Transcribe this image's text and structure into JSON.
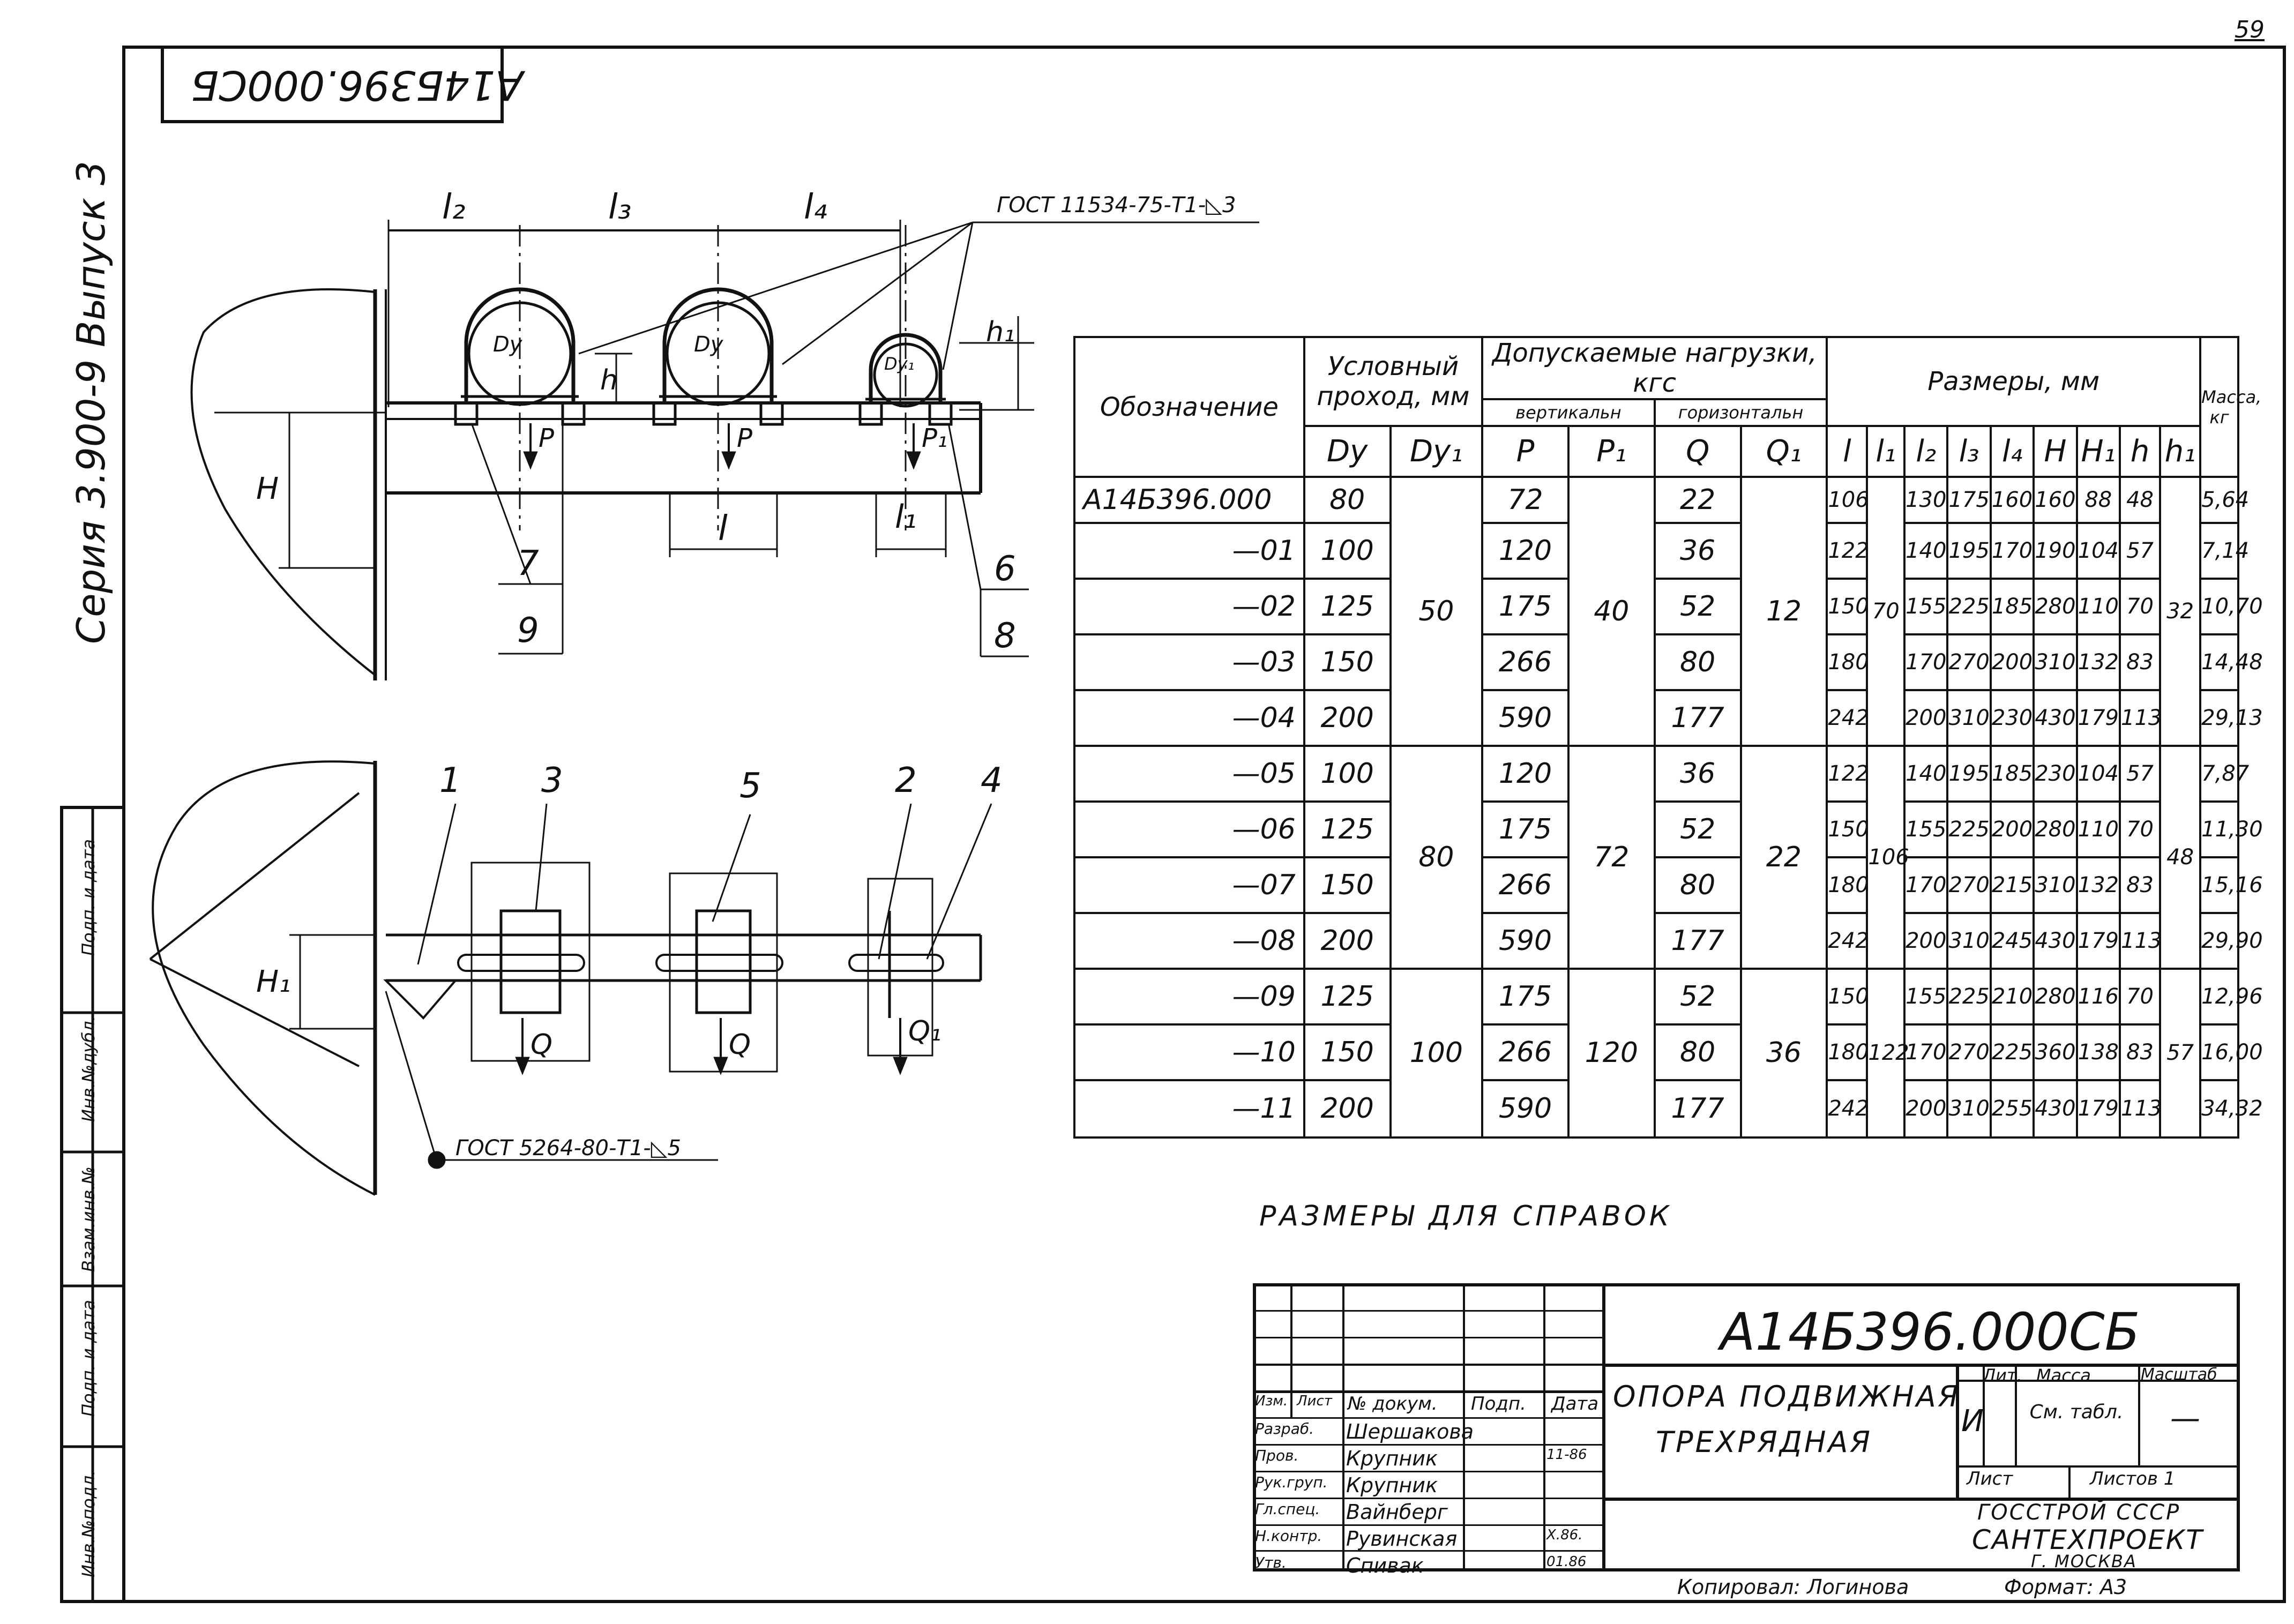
{
  "sheet_number": "59",
  "top_stamp": "А14Б396.000СБ",
  "series_note": "Серия 3.900-9 Выпуск 3",
  "side_stamps": [
    "Подп. и дата",
    "Инв.№дубл.",
    "Взам.инв.№",
    "Подп. и дата",
    "Инв.№подл."
  ],
  "drawing_labels": {
    "l2": "l₂",
    "l3": "l₃",
    "l4": "l₄",
    "l": "l",
    "l1": "l₁",
    "H": "H",
    "H1": "H₁",
    "h": "h",
    "h1": "h₁",
    "Dy": "Dy",
    "Dy1": "Dy₁",
    "P": "P",
    "P1": "P₁",
    "Q": "Q",
    "Q1": "Q₁",
    "gost_top": "ГОСТ 11534-75-Т1-◺3",
    "gost_bottom": "ГОСТ 5264-80-Т1-◺5",
    "callouts_top": [
      "7",
      "9",
      "6",
      "8"
    ],
    "callouts_bottom": [
      "1",
      "3",
      "5",
      "2",
      "4"
    ]
  },
  "table": {
    "col_designation": "Обозначение",
    "col_bore": "Условный проход, мм",
    "col_loads": "Допускаемые нагрузки, кгс",
    "col_vertical": "вертикальн",
    "col_horizontal": "горизонтальн",
    "col_dims": "Размеры, мм",
    "col_mass": "Масса, кг",
    "sub": [
      "Dy",
      "Dy₁",
      "P",
      "P₁",
      "Q",
      "Q₁",
      "l",
      "l₁",
      "l₂",
      "l₃",
      "l₄",
      "H",
      "H₁",
      "h",
      "h₁"
    ],
    "groups": [
      {
        "dy1": "50",
        "p1": "40",
        "q1": "12",
        "l1": "70",
        "h1": "32",
        "rows": [
          {
            "des": "А14Б396.000",
            "dy": "80",
            "p": "72",
            "q": "22",
            "l": "106",
            "l2": "130",
            "l3": "175",
            "l4": "160",
            "H": "160",
            "H1": "88",
            "h": "48",
            "mass": "5,64"
          },
          {
            "des": "—01",
            "dy": "100",
            "p": "120",
            "q": "36",
            "l": "122",
            "l2": "140",
            "l3": "195",
            "l4": "170",
            "H": "190",
            "H1": "104",
            "h": "57",
            "mass": "7,14"
          },
          {
            "des": "—02",
            "dy": "125",
            "p": "175",
            "q": "52",
            "l": "150",
            "l2": "155",
            "l3": "225",
            "l4": "185",
            "H": "280",
            "H1": "110",
            "h": "70",
            "mass": "10,70"
          },
          {
            "des": "—03",
            "dy": "150",
            "p": "266",
            "q": "80",
            "l": "180",
            "l2": "170",
            "l3": "270",
            "l4": "200",
            "H": "310",
            "H1": "132",
            "h": "83",
            "mass": "14,48"
          },
          {
            "des": "—04",
            "dy": "200",
            "p": "590",
            "q": "177",
            "l": "242",
            "l2": "200",
            "l3": "310",
            "l4": "230",
            "H": "430",
            "H1": "179",
            "h": "113",
            "mass": "29,13"
          }
        ]
      },
      {
        "dy1": "80",
        "p1": "72",
        "q1": "22",
        "l1": "106",
        "h1": "48",
        "rows": [
          {
            "des": "—05",
            "dy": "100",
            "p": "120",
            "q": "36",
            "l": "122",
            "l2": "140",
            "l3": "195",
            "l4": "185",
            "H": "230",
            "H1": "104",
            "h": "57",
            "mass": "7,87"
          },
          {
            "des": "—06",
            "dy": "125",
            "p": "175",
            "q": "52",
            "l": "150",
            "l2": "155",
            "l3": "225",
            "l4": "200",
            "H": "280",
            "H1": "110",
            "h": "70",
            "mass": "11,30"
          },
          {
            "des": "—07",
            "dy": "150",
            "p": "266",
            "q": "80",
            "l": "180",
            "l2": "170",
            "l3": "270",
            "l4": "215",
            "H": "310",
            "H1": "132",
            "h": "83",
            "mass": "15,16"
          },
          {
            "des": "—08",
            "dy": "200",
            "p": "590",
            "q": "177",
            "l": "242",
            "l2": "200",
            "l3": "310",
            "l4": "245",
            "H": "430",
            "H1": "179",
            "h": "113",
            "mass": "29,90"
          }
        ]
      },
      {
        "dy1": "100",
        "p1": "120",
        "q1": "36",
        "l1": "122",
        "h1": "57",
        "rows": [
          {
            "des": "—09",
            "dy": "125",
            "p": "175",
            "q": "52",
            "l": "150",
            "l2": "155",
            "l3": "225",
            "l4": "210",
            "H": "280",
            "H1": "116",
            "h": "70",
            "mass": "12,96"
          },
          {
            "des": "—10",
            "dy": "150",
            "p": "266",
            "q": "80",
            "l": "180",
            "l2": "170",
            "l3": "270",
            "l4": "225",
            "H": "360",
            "H1": "138",
            "h": "83",
            "mass": "16,00"
          },
          {
            "des": "—11",
            "dy": "200",
            "p": "590",
            "q": "177",
            "l": "242",
            "l2": "200",
            "l3": "310",
            "l4": "255",
            "H": "430",
            "H1": "179",
            "h": "113",
            "mass": "34,32"
          }
        ]
      }
    ]
  },
  "reference_note": "Размеры для справок",
  "title_block": {
    "doc_number": "А14Б396.000СБ",
    "title_line1": "Опора подвижная",
    "title_line2": "трехрядная",
    "hdr": [
      "Изм.",
      "Лист",
      "№ докум.",
      "Подп.",
      "Дата"
    ],
    "roles": [
      {
        "role": "Разраб.",
        "name": "Шершакова",
        "date": ""
      },
      {
        "role": "Пров.",
        "name": "Крупник",
        "date": "11-86"
      },
      {
        "role": "Рук.груп.",
        "name": "Крупник",
        "date": ""
      },
      {
        "role": "Гл.спец.",
        "name": "Вайнберг",
        "date": ""
      },
      {
        "role": "Н.контр.",
        "name": "Рувинская",
        "date": "X.86."
      },
      {
        "role": "Утв.",
        "name": "Спивак",
        "date": "01.86"
      }
    ],
    "lit_label": "Лит.",
    "mass_label": "Масса",
    "scale_label": "Масштаб",
    "lit_value": "И",
    "mass_value": "См. табл.",
    "scale_value": "—",
    "sheet_label": "Лист",
    "sheets_label": "Листов 1",
    "org1": "Госстрой СССР",
    "org2": "Сантехпроект",
    "org3": "г. Москва"
  },
  "copied_by": "Копировал: Логинова",
  "format": "Формат: А3"
}
